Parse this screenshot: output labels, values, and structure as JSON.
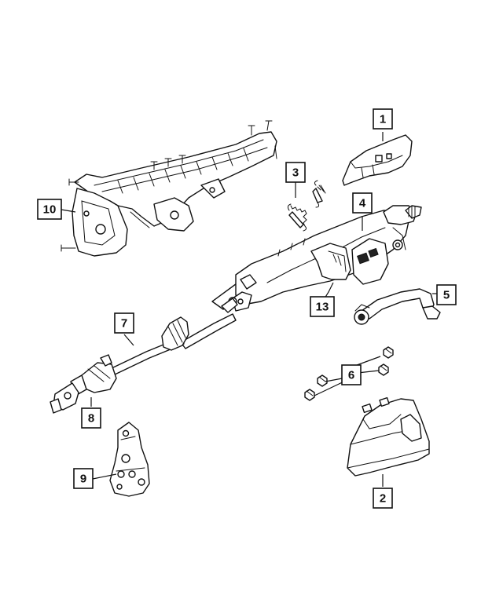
{
  "callouts": {
    "c1": "1",
    "c2": "2",
    "c3": "3",
    "c4": "4",
    "c5": "5",
    "c6": "6",
    "c7": "7",
    "c8": "8",
    "c9": "9",
    "c10": "10",
    "c13": "13"
  },
  "colors": {
    "line": "#111111",
    "background": "#ffffff"
  }
}
